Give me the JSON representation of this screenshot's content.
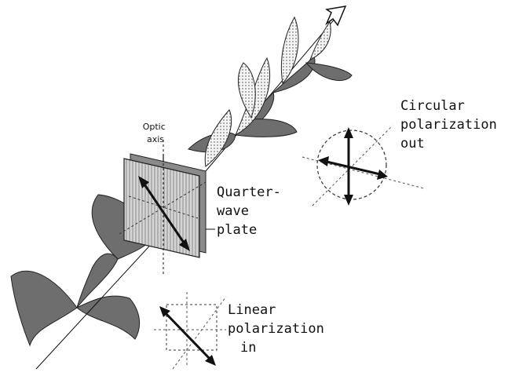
{
  "labels": {
    "optic_axis": [
      "Optic",
      "axis"
    ],
    "plate": [
      "Quarter-",
      "wave",
      "plate"
    ],
    "circular": [
      "Circular",
      "polarization",
      "out"
    ],
    "linear": [
      "Linear",
      "polarization",
      "in"
    ]
  },
  "colors": {
    "lobe_dark": "#6f6f6f",
    "lobe_light": "#d6d6d6",
    "plate_face": "#c9c9c9",
    "plate_edge": "#8a8a8a",
    "ink": "#111111"
  }
}
